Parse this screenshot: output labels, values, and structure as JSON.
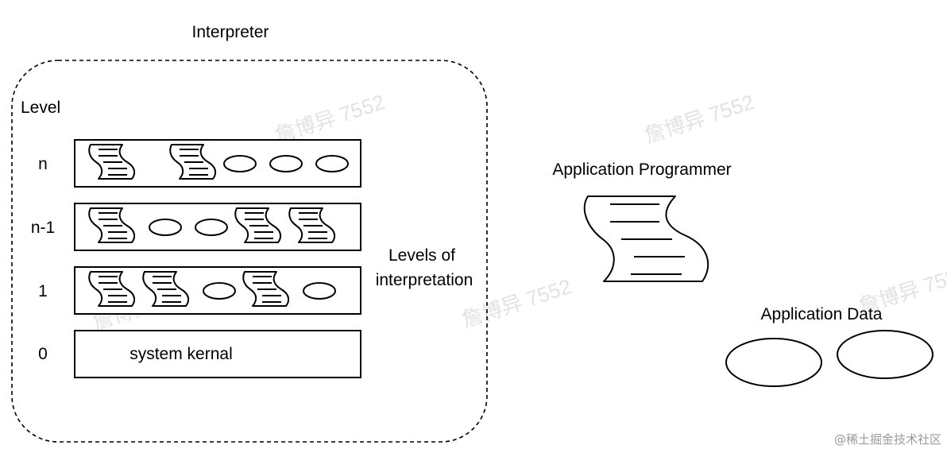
{
  "interpreter": {
    "title": "Interpreter",
    "level_header": "Level",
    "rows": [
      {
        "level": "n",
        "items": [
          "scroll",
          "gap",
          "scroll",
          "oval",
          "oval",
          "oval"
        ]
      },
      {
        "level": "n-1",
        "items": [
          "scroll",
          "oval",
          "oval",
          "scroll",
          "scroll"
        ]
      },
      {
        "level": "1",
        "items": [
          "scroll",
          "scroll",
          "oval",
          "scroll",
          "oval"
        ]
      },
      {
        "level": "0",
        "text": "system kernal"
      }
    ],
    "levels_label_line1": "Levels of",
    "levels_label_line2": "interpretation"
  },
  "application_programmer": {
    "label": "Application Programmer"
  },
  "application_data": {
    "label": "Application Data"
  },
  "watermarks": {
    "author": "詹博异 7552",
    "corner": "@稀土掘金技术社区"
  }
}
